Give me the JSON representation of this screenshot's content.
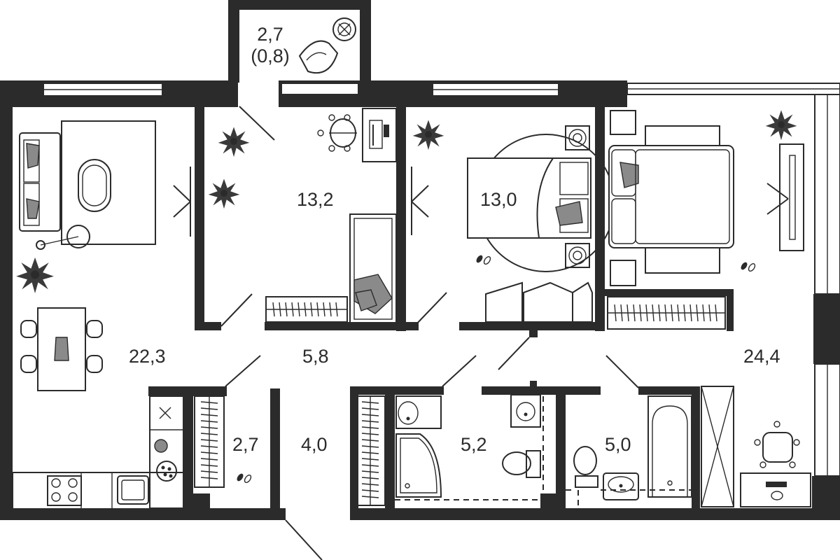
{
  "plan": {
    "rooms": [
      {
        "id": "balcony",
        "area": "2,7",
        "area_coefficient": "(0,8)"
      },
      {
        "id": "living-kitchen",
        "area": "22,3"
      },
      {
        "id": "bedroom-left",
        "area": "13,2"
      },
      {
        "id": "bedroom-middle",
        "area": "13,0"
      },
      {
        "id": "master-bedroom",
        "area": "24,4"
      },
      {
        "id": "hall",
        "area": "5,8"
      },
      {
        "id": "closet",
        "area": "2,7"
      },
      {
        "id": "entrance",
        "area": "4,0"
      },
      {
        "id": "bathroom-1",
        "area": "5,2"
      },
      {
        "id": "bathroom-2",
        "area": "5,0"
      }
    ],
    "colors": {
      "wall": "#2b2b2b",
      "furniture_fill": "#8a8a8a",
      "background": "#ffffff"
    }
  }
}
